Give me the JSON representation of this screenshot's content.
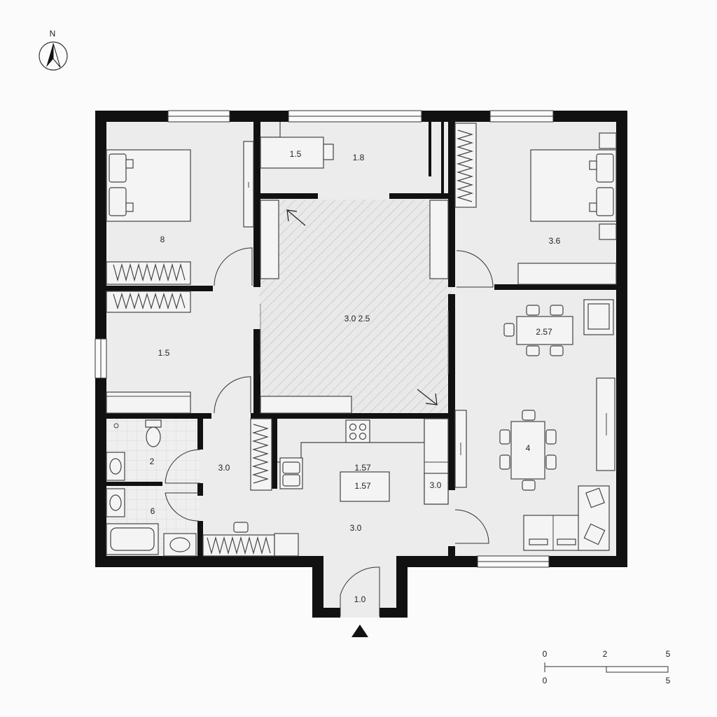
{
  "compass": {
    "label": "N"
  },
  "room_labels": {
    "bedroom_left": "8",
    "study": "1.5",
    "closet_top": "1.8",
    "bedroom_right": "3.6",
    "courtyard": "3.0 2.5",
    "dining": "2.57",
    "bedroom_mid_left": "1.5",
    "bathroom_1": "2",
    "bathroom_2": "6",
    "hall": "3.0",
    "kitchen": "1.57",
    "kitchen_island": "1.57",
    "pantry": "3.0",
    "entry_hall": "3.0",
    "living": "4",
    "vestibule": "1.0"
  },
  "scale_bar": {
    "top_labels": [
      "0",
      "2",
      "5"
    ],
    "bottom_labels": [
      "0",
      "5"
    ]
  }
}
